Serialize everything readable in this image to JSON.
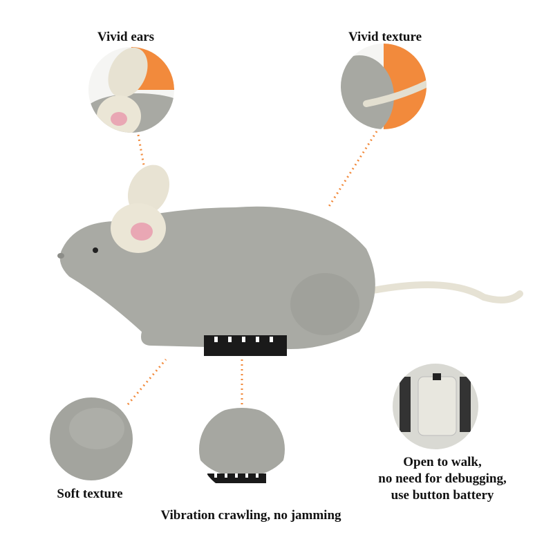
{
  "labels": {
    "vivid_ears": "Vivid ears",
    "vivid_texture": "Vivid texture",
    "soft_texture": "Soft texture",
    "vibration": "Vibration crawling, no jamming",
    "battery_line1": "Open to walk,",
    "battery_line2": "no need for debugging,",
    "battery_line3": "use button battery"
  },
  "colors": {
    "accent_orange": "#f28a3c",
    "fur_gray": "#a9aaa4",
    "ear_cream": "#e8e4d4",
    "ear_pink": "#e9a7b4",
    "text": "#111111"
  }
}
